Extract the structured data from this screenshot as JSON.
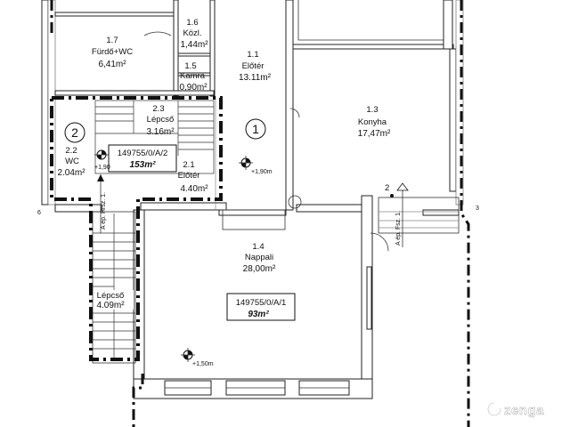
{
  "rooms": {
    "r17": {
      "number": "1.7",
      "name": "Fürdő+WC",
      "area": "6,41m²"
    },
    "r16": {
      "number": "1.6",
      "name": "Közl.",
      "area": "1,44m²"
    },
    "r15": {
      "number": "1.5",
      "name": "Kamra",
      "area": "0,90m²"
    },
    "r11": {
      "number": "1.1",
      "name": "Előtér",
      "area": "13.11m²"
    },
    "r13": {
      "number": "1.3",
      "name": "Konyha",
      "area": "17,47m²"
    },
    "r23": {
      "number": "2.3",
      "name": "Lépcső",
      "area": "3.16m²"
    },
    "r22": {
      "number": "2.2",
      "name": "WC",
      "area": "2.04m²"
    },
    "r21": {
      "number": "2.1",
      "name": "Előtér",
      "area": "4.40m²"
    },
    "r14": {
      "number": "1.4",
      "name": "Nappali",
      "area": "28,00m²"
    },
    "stair_lower": {
      "name": "Lépcső",
      "area": "4.09m²"
    }
  },
  "units": {
    "u2": {
      "id": "149755/0/A/2",
      "area": "153m²",
      "marker": "2"
    },
    "u1": {
      "id": "149755/0/A/1",
      "area": "93m²",
      "marker": "1"
    }
  },
  "levels": {
    "hall": "+1,90m",
    "upper_left": "+1,90",
    "living": "+1,50m"
  },
  "section_labels": {
    "left": "A ép. Hrsz. 1.",
    "right": "A ép. Fsz. 1.",
    "axis_left": "6",
    "axis_right": "3",
    "marker_right": "2"
  },
  "watermark": {
    "brand": "zenga"
  }
}
